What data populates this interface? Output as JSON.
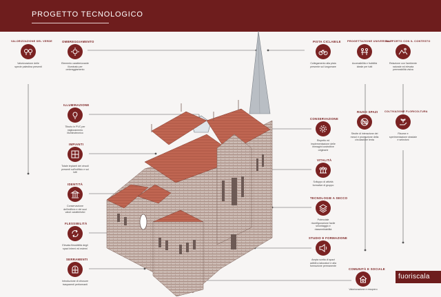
{
  "header": {
    "title": "PROGETTO TECNOLOGICO"
  },
  "footer": {
    "brand": "fuoriscala"
  },
  "colors": {
    "accent": "#6e1d1d",
    "icon": "#7a2222"
  },
  "nodes": [
    {
      "id": "valorizzazione",
      "label": "VALORIZZAZIONE DEL VERDE",
      "desc": "Valorizzazione delle specie palestina presenti",
      "icon": "trees-icon"
    },
    {
      "id": "ombreggiamento",
      "label": "OMBREGGIAMENTO",
      "desc": "Elemento caratterizzante illuminato per ombreggiamento",
      "icon": "sun-icon"
    },
    {
      "id": "pista-ciclabile",
      "label": "PISTA CICLABILE",
      "desc": "Collegamento alla pista presente sul lungomare",
      "icon": "bicycle-icon"
    },
    {
      "id": "progettazione",
      "label": "PROGETTAZIONE UNIVERSALE",
      "desc": "Accessibilità e fruibilità ideale per tutti",
      "icon": "people-icon"
    },
    {
      "id": "rapporto",
      "label": "RAPPORTO CON IL CONTESTO",
      "desc": "Relazione con l'ambiente naturale ed elevata permeabilità visiva",
      "icon": "landscape-icon"
    },
    {
      "id": "illuminazione",
      "label": "ILLUMINAZIONE",
      "desc": "Tiburio in PVC per miglioramento illuminotecnico",
      "icon": "bulb-icon"
    },
    {
      "id": "conservazione",
      "label": "CONSERVAZIONE",
      "desc": "Rispetto ed implementazione delle immagini costruttive originarie",
      "icon": "gear-icon"
    },
    {
      "id": "riuso-spazi",
      "label": "RIUSO SPAZI",
      "desc": "Strutte di interazione dei mezzi e promozione della circolazione lenta",
      "icon": "car-icon"
    },
    {
      "id": "coltivazione",
      "label": "COLTIVAZIONE FLORICOLTURA",
      "desc": "Risorse e sperimentazione stradale e selezioni",
      "icon": "hand-plant-icon"
    },
    {
      "id": "impianti",
      "label": "IMPIANTI",
      "desc": "Totale impianti dei vincoli presenti sull'edificio e sui lotti",
      "icon": "grid-icon"
    },
    {
      "id": "identita",
      "label": "IDENTITÀ",
      "desc": "Conservazione dell'edificio e dei suoi valori caratteristici",
      "icon": "columns-icon"
    },
    {
      "id": "vitalita",
      "label": "VITALITÀ",
      "desc": "Sviluppo di attività formative di gruppo",
      "icon": "group-icon"
    },
    {
      "id": "flessibilita",
      "label": "FLESSIBILITÀ",
      "desc": "Elevata flessibilità degli spazi interni ed esterni",
      "icon": "arrows-icon"
    },
    {
      "id": "tecnologie",
      "label": "TECNOLOGIE A SECCO",
      "desc": "Potenziale riconfigurazione facile smontaggio e riassemblabilità",
      "icon": "layers-icon"
    },
    {
      "id": "serramenti",
      "label": "SERRAMENTI",
      "desc": "Introduzione di chiusure trasparenti performanti",
      "icon": "window-icon"
    },
    {
      "id": "studio",
      "label": "STUDIO E FORMAZIONE",
      "desc": "Ampia scelta di spazi adibiti a laboratori e alla formazione permanente",
      "icon": "speaker-icon"
    },
    {
      "id": "comunita",
      "label": "COMUNITÀ E SOCIALE",
      "desc": "Valorizzazione e recupero",
      "icon": "home-heart-icon"
    }
  ]
}
